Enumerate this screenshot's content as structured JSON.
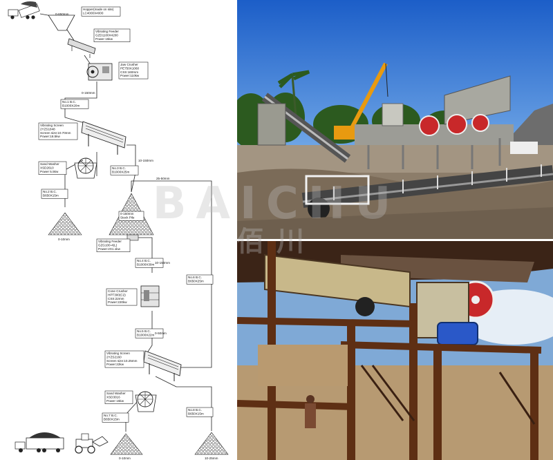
{
  "watermark": {
    "latin": "BAICHU",
    "cjk": "佰川"
  },
  "equipment": {
    "hopper": {
      "lines": [
        "Hopper(made on site)",
        "LC4000X4000"
      ]
    },
    "vibrating_feeder_1": {
      "lines": [
        "Vibrating Feeder",
        "GZD1100X4200",
        "Power 15kw"
      ]
    },
    "jaw_crusher": {
      "lines": [
        "Jaw Crusher",
        "PE750X1060",
        "CSS:160mm",
        "Power:110kw"
      ]
    },
    "bc1": {
      "lines": [
        "No.1 B.C.",
        "B1000X20m"
      ]
    },
    "vibrating_screen_1": {
      "lines": [
        "Vibrating Screen",
        "2YZS1848",
        "Screen size:10.70mm",
        "Power:18.5kw"
      ]
    },
    "sand_washer_1": {
      "lines": [
        "Sand Washer",
        "XSD2610",
        "Power 5.5kw"
      ]
    },
    "bc3": {
      "lines": [
        "No.3 B.C.",
        "B1000X25m"
      ]
    },
    "bc2": {
      "lines": [
        "No.2 B.C.",
        "B650X15m"
      ]
    },
    "stock_pile": {
      "lines": [
        "0-150mm",
        "Stock Pile"
      ]
    },
    "vibrating_feeder_2": {
      "lines": [
        "Vibrating Feeder",
        "GZG100-4(L)",
        "Power:2X1.1kw"
      ]
    },
    "bc4": {
      "lines": [
        "No.4 B.C.",
        "B1000X30m"
      ]
    },
    "cone_crusher": {
      "lines": [
        "Cone Crusher",
        "HPT300(C2)",
        "CSS:22mm",
        "Power:220kw"
      ]
    },
    "bc5": {
      "lines": [
        "No.5 B.C.",
        "B1000X22m"
      ]
    },
    "vibrating_screen_2": {
      "lines": [
        "Vibrating Screen",
        "2YZS2160",
        "Screen size:10.25mm",
        "Power:22kw"
      ]
    },
    "bc6": {
      "lines": [
        "No.6 B.C.",
        "B650X25m"
      ]
    },
    "sand_washer_2": {
      "lines": [
        "Sand Washer",
        "XSD3016",
        "Power 15kw"
      ]
    },
    "bc7": {
      "lines": [
        "No.7 B.C.",
        "B650X15m"
      ]
    },
    "bc8": {
      "lines": [
        "No.8 B.C.",
        "B650X15m"
      ]
    }
  },
  "flow_labels": {
    "feed": "0-650mm",
    "jaw_out": "0-150mm",
    "screen1_over": "10-150mm",
    "recirc": "25-50mm",
    "feeder2_out": "10-150mm",
    "cone_out": "0-50mm"
  },
  "products": {
    "p1": "0-10mm",
    "p2": "0-10mm",
    "p3": "10-25mm"
  },
  "colors": {
    "sky": "#2f6fd0",
    "sky_light": "#7fb2ea",
    "ground": "#8a7a66",
    "crane": "#f0a21a",
    "flywheel": "#c8282a",
    "motor": "#2a58c8",
    "rust_steel": "#6b3a1e"
  }
}
